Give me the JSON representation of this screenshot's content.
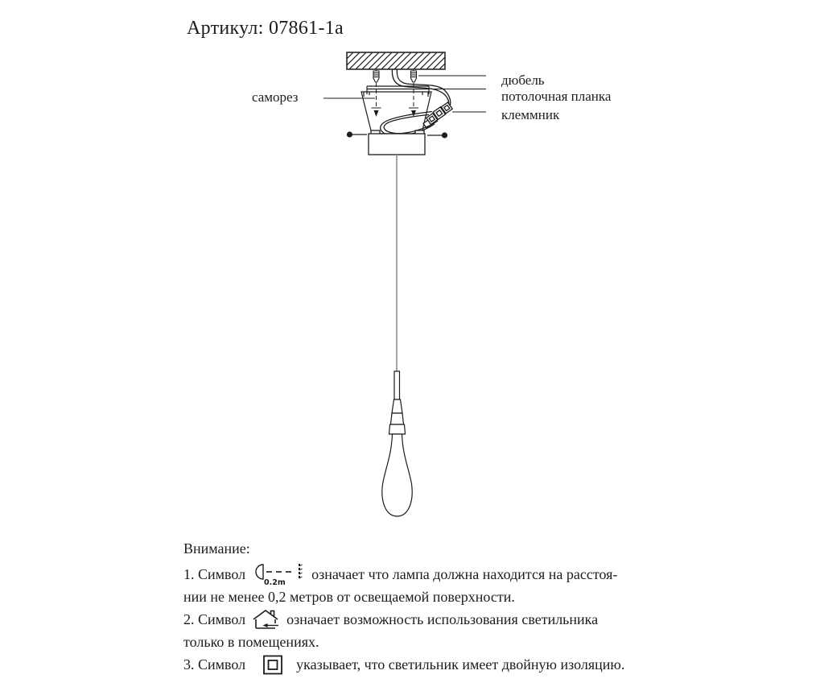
{
  "title": "Артикул: 07861-1a",
  "diagram": {
    "part_labels": {
      "samorez": "саморез",
      "dyubel": "дюбель",
      "planka": "потолочная планка",
      "klemmnik": "клеммник"
    }
  },
  "notes": {
    "heading": "Внимание:",
    "items": [
      {
        "prefix": "1. Символ",
        "icon": "lamp-distance-icon",
        "icon_caption": "0.2m",
        "text": "означает что лампа должна находится на расстоя-",
        "text2": "нии не менее 0,2 метров от освещаемой поверхности."
      },
      {
        "prefix": "2. Символ",
        "icon": "indoor-use-icon",
        "text": "означает возможность использования светильника",
        "text2": "только в помещениях."
      },
      {
        "prefix": "3. Символ",
        "icon": "double-insulation-icon",
        "text": "указывает, что светильник имеет двойную изоляцию."
      }
    ]
  },
  "colors": {
    "ink": "#1c1c1c",
    "cable": "#8f8f8f",
    "background": "#ffffff"
  }
}
